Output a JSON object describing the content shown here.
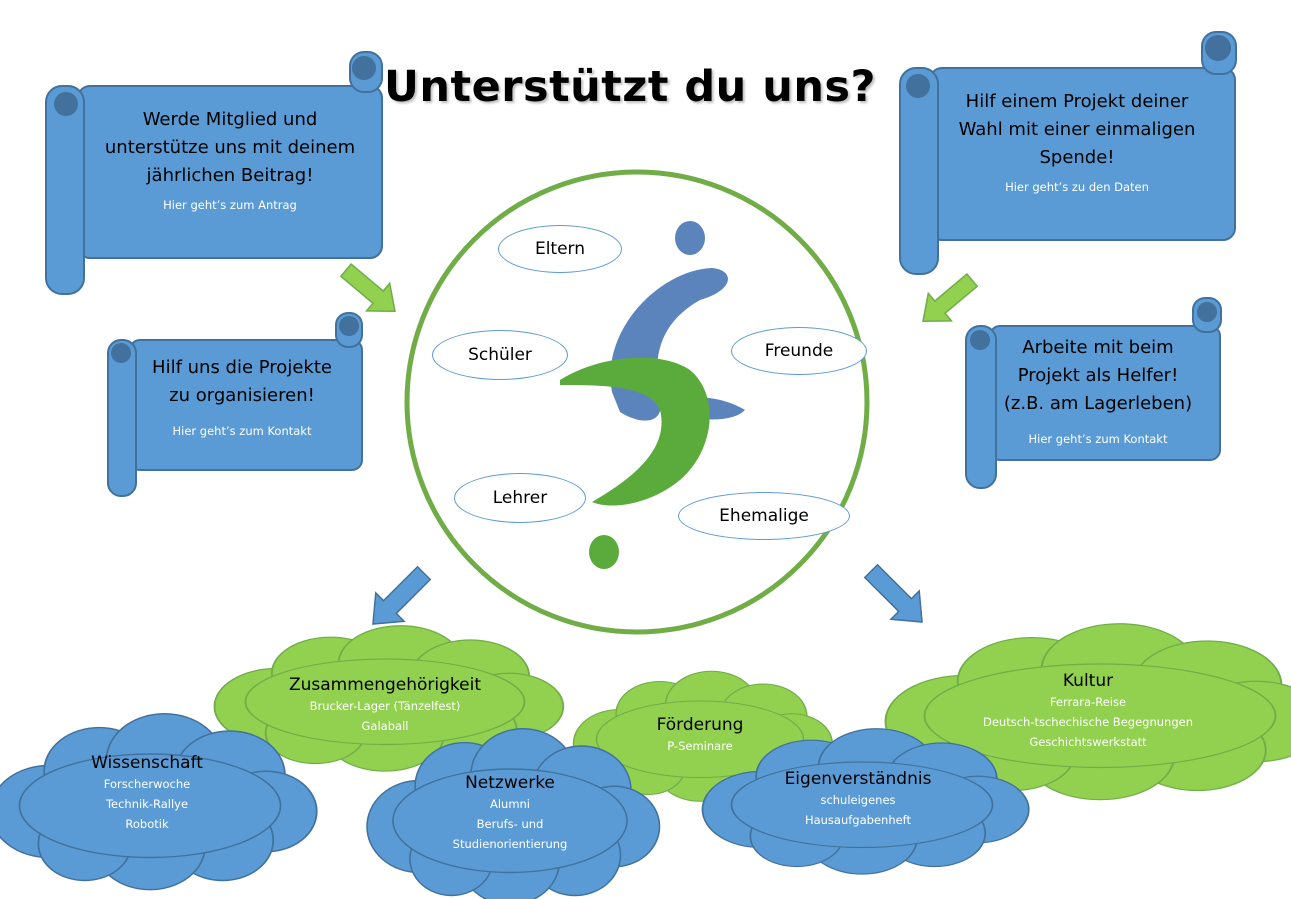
{
  "title": "Unterstützt du uns?",
  "scrolls": [
    {
      "id": "mitglied",
      "main": [
        "Werde Mitglied und",
        "unterstütze uns mit deinem",
        "jährlichen Beitrag!"
      ],
      "sub": "Hier geht’s zum Antrag"
    },
    {
      "id": "spende",
      "main": [
        "Hilf einem Projekt deiner",
        "Wahl mit einer einmaligen",
        "Spende!"
      ],
      "sub": "Hier geht’s zu den Daten"
    },
    {
      "id": "organisieren",
      "main": [
        "Hilf uns die Projekte",
        "zu organisieren!"
      ],
      "sub": "Hier geht’s zum Kontakt"
    },
    {
      "id": "helfer",
      "main": [
        "Arbeite mit beim",
        "Projekt als Helfer!",
        "(z.B. am Lagerleben)"
      ],
      "sub": "Hier geht’s zum Kontakt"
    }
  ],
  "groups": [
    "Eltern",
    "Schüler",
    "Freunde",
    "Lehrer",
    "Ehemalige"
  ],
  "clouds": [
    {
      "id": "zusammengehoerigkeit",
      "title": "Zusammengehörigkeit",
      "items": [
        "Brucker-Lager (Tänzelfest)",
        "Galaball"
      ],
      "color": "#92d050"
    },
    {
      "id": "wissenschaft",
      "title": "Wissenschaft",
      "items": [
        "Forscherwoche",
        "Technik-Rallye",
        "Robotik"
      ],
      "color": "#5b9bd5"
    },
    {
      "id": "netzwerke",
      "title": "Netzwerke",
      "items": [
        "Alumni",
        "Berufs- und",
        "Studienorientierung"
      ],
      "color": "#5b9bd5"
    },
    {
      "id": "foerderung",
      "title": "Förderung",
      "items": [
        "P-Seminare"
      ],
      "color": "#92d050"
    },
    {
      "id": "eigenverstaendnis",
      "title": "Eigenverständnis",
      "items": [
        "schuleigenes",
        "Hausaufgabenheft"
      ],
      "color": "#5b9bd5"
    },
    {
      "id": "kultur",
      "title": "Kultur",
      "items": [
        "Ferrara-Reise",
        "Deutsch-tschechische Begegnungen",
        "Geschichtswerkstatt"
      ],
      "color": "#92d050"
    }
  ],
  "colors": {
    "blue": "#5b9bd5",
    "blue_dark": "#41719c",
    "green": "#92d050",
    "green_dark": "#70ad47",
    "logo_blue": "#5b84bc",
    "logo_green": "#5aab3c"
  }
}
